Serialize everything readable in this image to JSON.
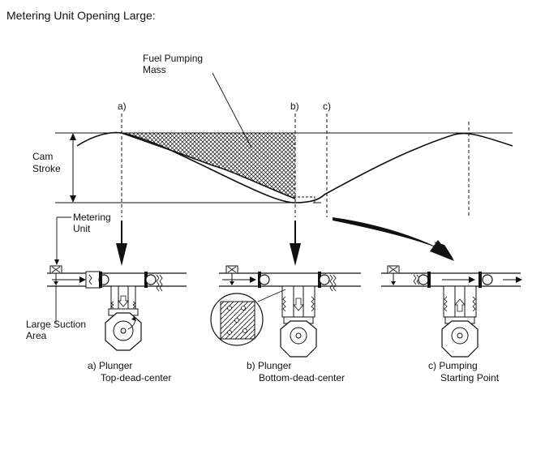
{
  "title": "Metering Unit Opening Large:",
  "callouts": {
    "fuel_pumping_mass": [
      "Fuel Pumping",
      "Mass"
    ],
    "cam_stroke": [
      "Cam",
      "Stroke"
    ],
    "metering_unit": [
      "Metering",
      "Unit"
    ],
    "large_suction_area": [
      "Large Suction",
      "Area"
    ]
  },
  "markers": {
    "a": "a)",
    "b": "b)",
    "c": "c)"
  },
  "stages": [
    {
      "tag": "a)",
      "line1": "Plunger",
      "line2": "Top-dead-center"
    },
    {
      "tag": "b)",
      "line1": "Plunger",
      "line2": "Bottom-dead-center"
    },
    {
      "tag": "c)",
      "line1": "Pumping",
      "line2": "Starting Point"
    }
  ]
}
